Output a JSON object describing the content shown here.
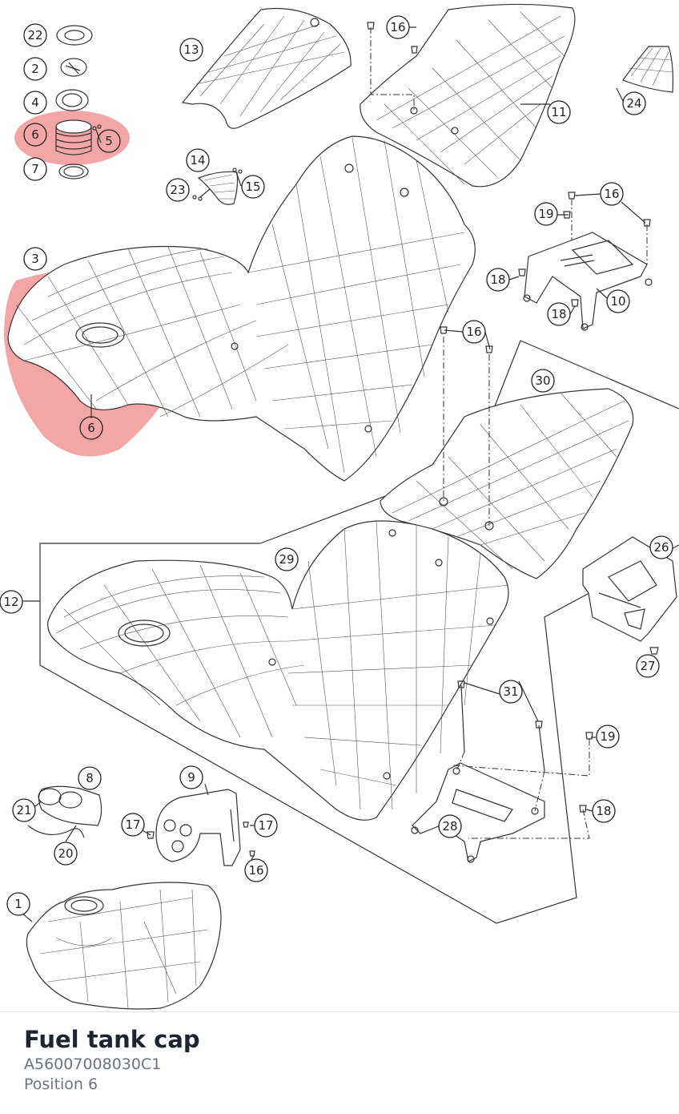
{
  "highlight": {
    "position": "6",
    "color": "#f08080"
  },
  "callouts": [
    "22",
    "2",
    "4",
    "6",
    "5",
    "7",
    "3",
    "6",
    "13",
    "14",
    "15",
    "23",
    "16",
    "11",
    "24",
    "16",
    "19",
    "18",
    "10",
    "18",
    "16",
    "30",
    "12",
    "29",
    "26",
    "27",
    "31",
    "19",
    "18",
    "28",
    "8",
    "9",
    "21",
    "17",
    "17",
    "20",
    "16",
    "1"
  ],
  "footer": {
    "title": "Fuel tank cap",
    "part_number": "A56007008030C1",
    "position": "Position 6"
  }
}
